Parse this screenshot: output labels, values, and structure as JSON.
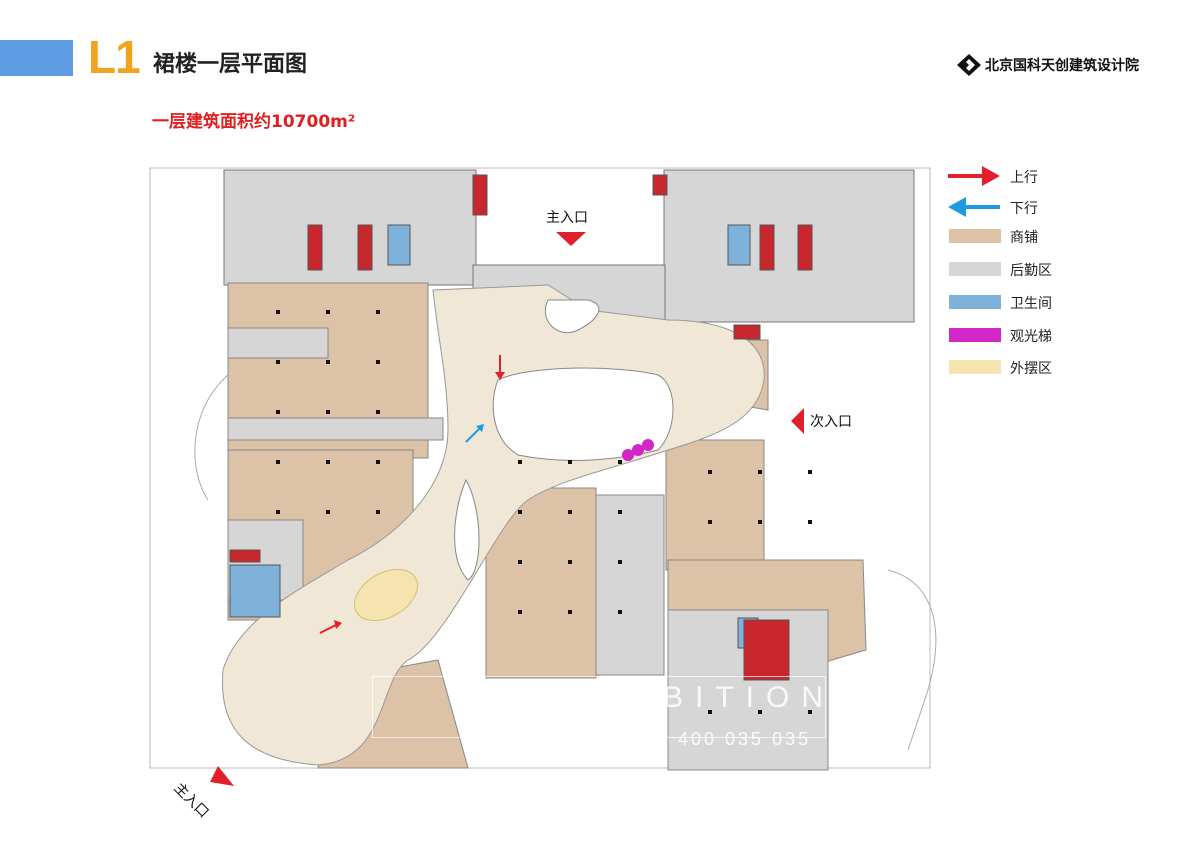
{
  "header": {
    "level": "L1",
    "title": "裙楼一层平面图",
    "subtitle": "一层建筑面积约10700m²"
  },
  "logo": {
    "text": "北京国科天创建筑设计院"
  },
  "legend": {
    "items": [
      {
        "label": "上行",
        "kind": "arrow",
        "color": "#e0202a",
        "direction": "right"
      },
      {
        "label": "下行",
        "kind": "arrow",
        "color": "#1e9be0",
        "direction": "left"
      },
      {
        "label": "商铺",
        "kind": "swatch",
        "color": "#dcc2a6"
      },
      {
        "label": "后勤区",
        "kind": "swatch",
        "color": "#d6d6d6"
      },
      {
        "label": "卫生间",
        "kind": "swatch",
        "color": "#7fb2db"
      },
      {
        "label": "观光梯",
        "kind": "swatch",
        "color": "#d227c6"
      },
      {
        "label": "外摆区",
        "kind": "swatch",
        "color": "#f5e3b0"
      }
    ]
  },
  "plan": {
    "main_entrance_top": "主入口",
    "secondary_entrance": "次入口",
    "main_entrance_bottom": "主入口"
  },
  "watermark": {
    "text": "BITION",
    "phone": "400 035 035"
  }
}
